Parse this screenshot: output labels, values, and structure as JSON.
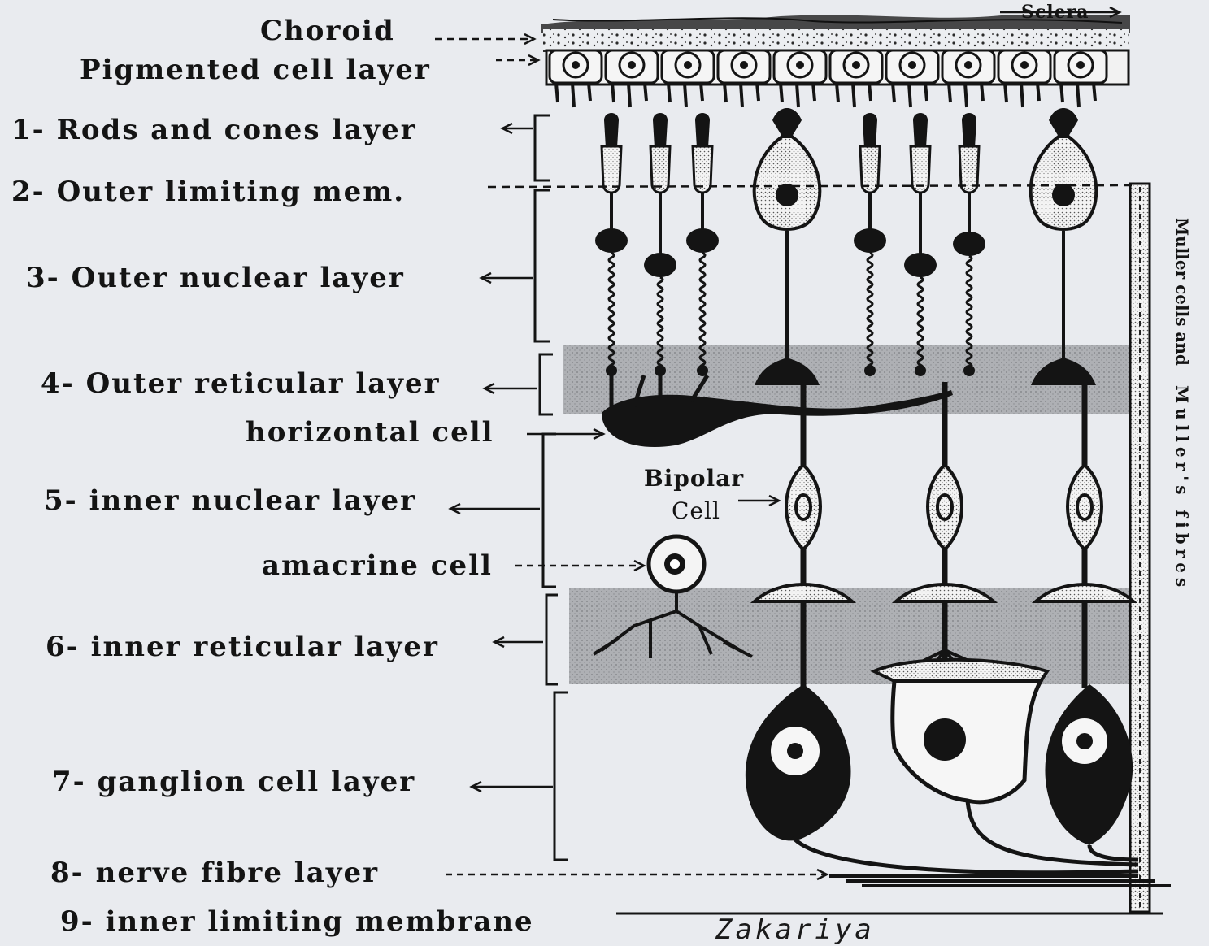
{
  "labels": {
    "choroid": "Choroid",
    "pigmented": "Pigmented cell layer",
    "rods_cones": "1- Rods and cones layer",
    "outer_limiting": "2- Outer limiting mem.",
    "outer_nuclear": "3- Outer nuclear layer",
    "outer_reticular": "4- Outer reticular layer",
    "horizontal": "horizontal cell",
    "inner_nuclear": "5- inner nuclear layer",
    "amacrine": "amacrine cell",
    "inner_reticular": "6- inner reticular layer",
    "ganglion": "7- ganglion cell layer",
    "nerve_fibre": "8- nerve fibre layer",
    "inner_limiting": "9- inner limiting membrane",
    "sclera": "Sclera",
    "bipolar_1": "Bipolar",
    "bipolar_2": "Cell",
    "muller_1": "Muller cells  and",
    "muller_2": "Muller's  fibres"
  },
  "signature": "Zakariya",
  "colors": {
    "ink": "#141414",
    "background": "#e9ebef",
    "band": "#a9abaf"
  }
}
